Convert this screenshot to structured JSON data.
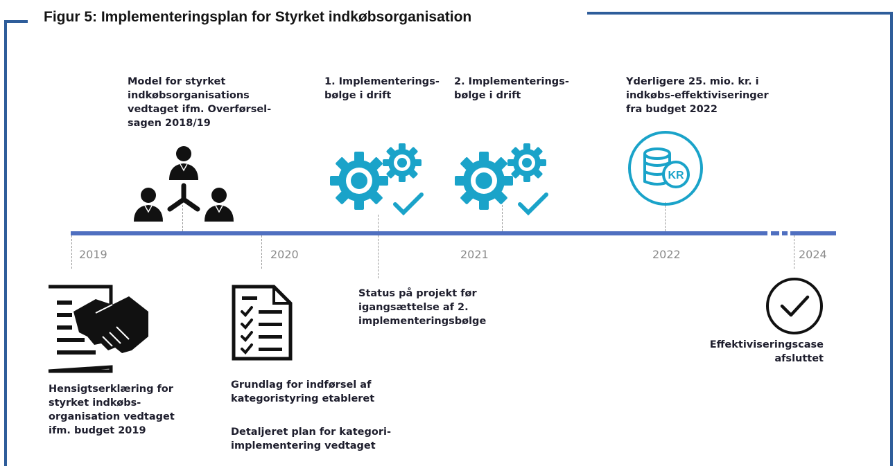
{
  "title": "Figur 5: Implementeringsplan for Styrket indkøbsorganisation",
  "colors": {
    "frame": "#2e5d9a",
    "axis": "#4f6fc0",
    "accent": "#1aa3c9",
    "text": "#1e1e2d"
  },
  "timeline": {
    "years": [
      "2019",
      "2020",
      "2021",
      "2022",
      "2024"
    ]
  },
  "milestones_above": [
    {
      "text": "Model for styrket\nindkøbsorganisations\nvedtaget ifm. Overførsel-\nsagen 2018/19",
      "icon": "people-network-icon"
    },
    {
      "text": "1. Implementerings-\nbølge i drift",
      "icon": "gears-check-icon"
    },
    {
      "text": "2. Implementerings-\nbølge i drift",
      "icon": "gears-check-icon"
    },
    {
      "text": "Yderligere 25. mio. kr. i\nindkøbs-effektiviseringer\nfra budget 2022",
      "icon": "coins-kr-icon"
    }
  ],
  "milestones_below": [
    {
      "text": "Hensigtserklæring for\nstyrket indkøbs-\norganisation vedtaget\nifm. budget 2019",
      "icon": "handshake-document-icon"
    },
    {
      "text": "Grundlag for indførsel af\nkategoristyring etableret",
      "icon": "checklist-document-icon"
    },
    {
      "text": "Detaljeret plan for kategori-\nimplementering vedtaget"
    },
    {
      "text": "Status på projekt før\nigangsættelse af 2.\nimplementeringsbølge"
    },
    {
      "text": "Effektiviseringscase\nafsluttet",
      "icon": "check-circle-icon"
    }
  ],
  "coin_label": "KR"
}
